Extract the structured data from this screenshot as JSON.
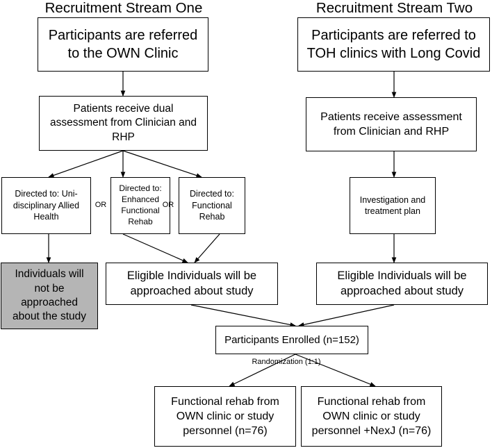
{
  "headers": {
    "stream_one": "Recruitment Stream One",
    "stream_two": "Recruitment Stream Two"
  },
  "stream_one": {
    "referral": "Participants are referred to the OWN Clinic",
    "assessment": "Patients receive dual assessment from Clinician and RHP",
    "directed_unidisciplinary": "Directed to: Uni-disciplinary Allied Health",
    "directed_enhanced": "Directed to: Enhanced Functional Rehab",
    "directed_functional": "Directed to: Functional Rehab",
    "not_approached": "Individuals will not be approached about the study",
    "eligible": "Eligible Individuals will be approached about study"
  },
  "stream_two": {
    "referral": "Participants are referred to TOH clinics with Long Covid",
    "assessment": "Patients receive assessment from Clinician and RHP",
    "investigation": "Investigation and treatment plan",
    "eligible": "Eligible Individuals will be approached about study"
  },
  "connectors": {
    "or_1": "OR",
    "or_2": "OR",
    "randomization": "Randomization (1:1)"
  },
  "enrolled": "Participants Enrolled (n=152)",
  "arms": {
    "control": "Functional rehab from OWN clinic or study personnel (n=76)",
    "intervention": "Functional rehab from OWN clinic or study personnel +NexJ (n=76)"
  }
}
